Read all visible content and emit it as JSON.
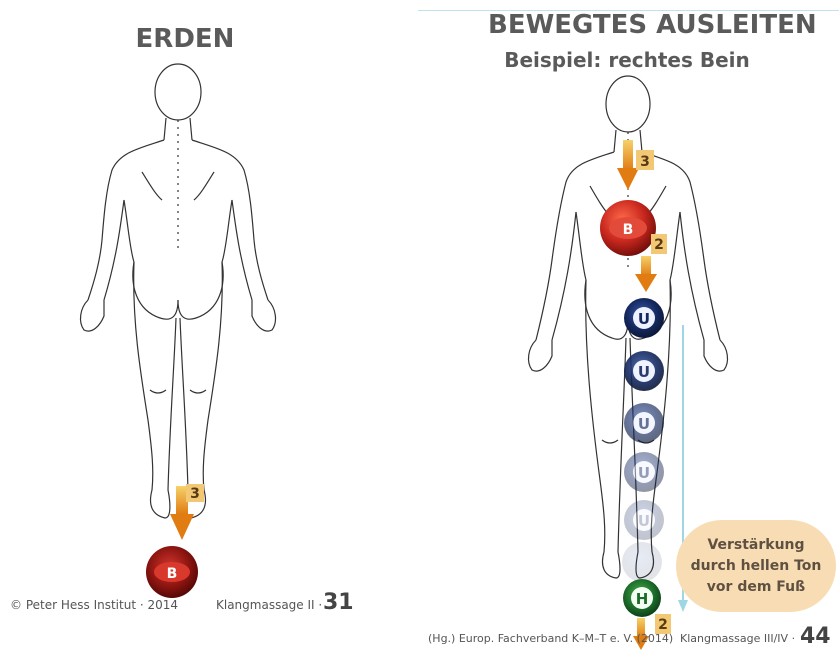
{
  "left_page": {
    "title": "ERDEN",
    "copyright": "© Peter Hess Institut · 2014",
    "book": "Klangmassage II ·",
    "page_number": "31",
    "bowl_label": "B",
    "arrow_number": "3"
  },
  "right_page": {
    "title": "BEWEGTES AUSLEITEN",
    "subtitle": "Beispiel: rechtes Bein",
    "bowl_b_label": "B",
    "bowl_u_label": "U",
    "bowl_h_label": "H",
    "arrow_number_3": "3",
    "arrow_number_2a": "2",
    "arrow_number_2b": "2",
    "callout_lines": [
      "Verstärkung",
      "durch hellen Ton",
      "vor dem Fuß"
    ],
    "publisher": "(Hg.) Europ. Fachverband K–M–T e. V. (2014)",
    "book": "Klangmassage III/IV ·",
    "page_number": "44"
  },
  "colors": {
    "title_gray": "#5a5a5a",
    "bowl_red": "#c9281e",
    "bowl_dark_red": "#7a0d0a",
    "bowl_blue": "#14285e",
    "bowl_green": "#1b6b2a",
    "arrow_orange": "#e8a21c",
    "callout_bg": "#f8dcb4",
    "guide_line": "#9fd6e3"
  }
}
